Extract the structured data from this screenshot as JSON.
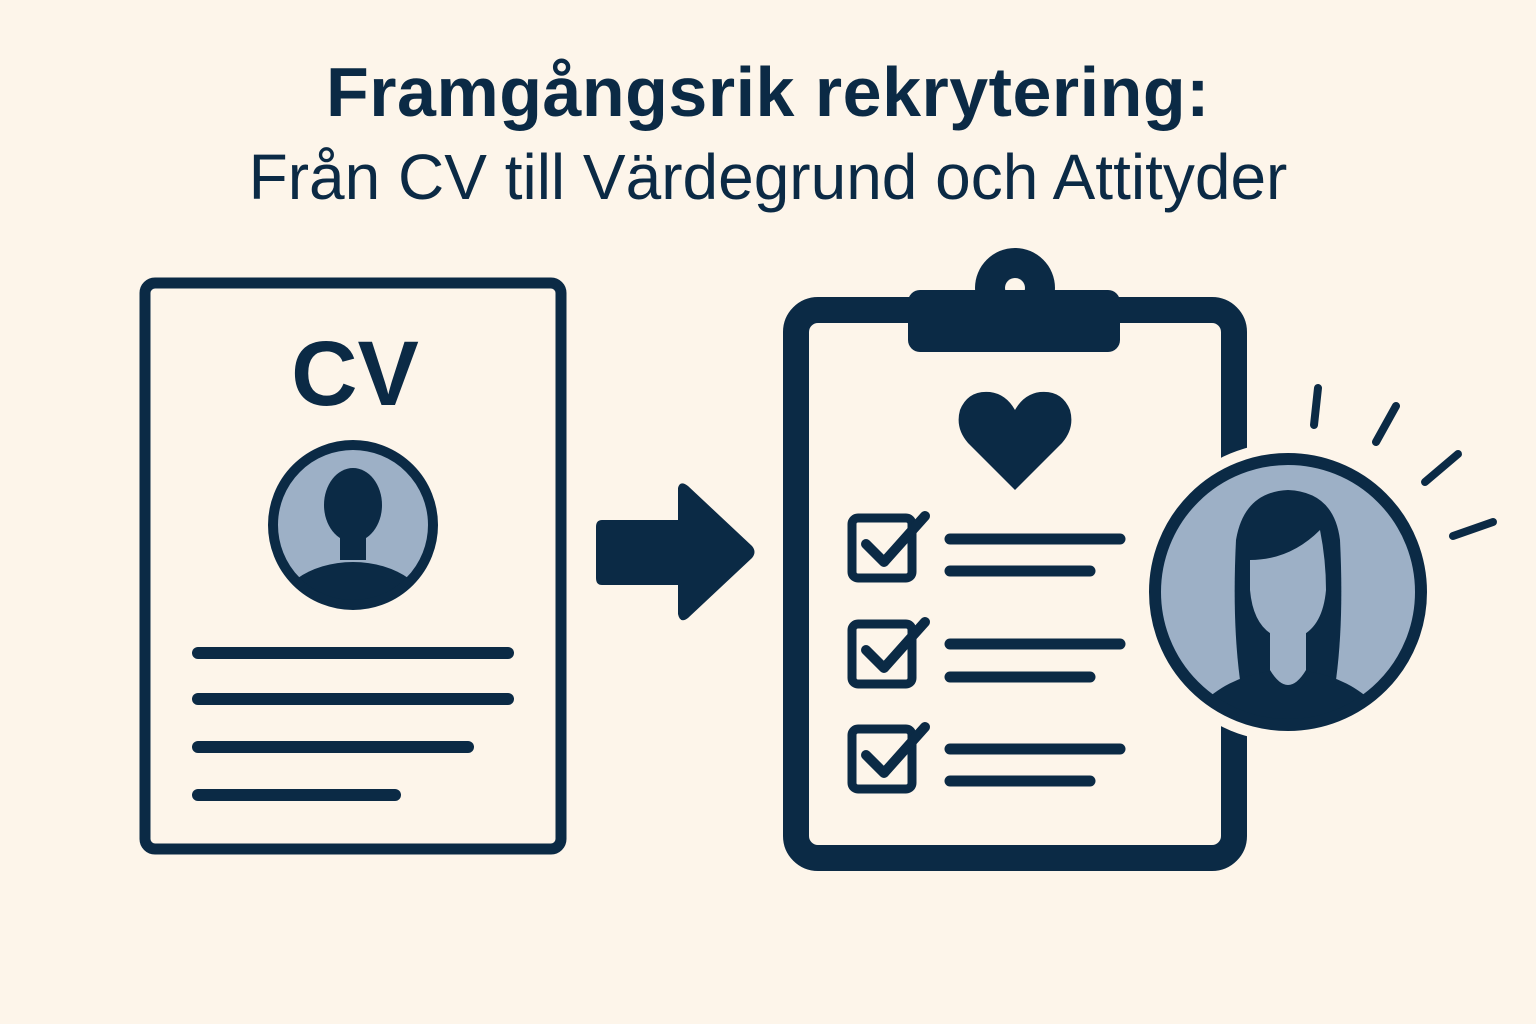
{
  "title": {
    "main": "Framgångsrik rekrytering:",
    "subtitle": "Från CV till Värdegrund och Attityder"
  },
  "cv_document": {
    "label": "CV",
    "icon": "person-avatar-icon",
    "text_lines": 4
  },
  "arrow": {
    "icon": "arrow-right-icon"
  },
  "clipboard": {
    "icon": "heart-icon",
    "checklist_items": 3,
    "checkbox_state": "checked"
  },
  "candidate": {
    "icon": "woman-avatar-icon"
  },
  "colors": {
    "background": "#fdf5ea",
    "primary": "#0b2a45",
    "avatar_fill": "#9db0c6"
  }
}
